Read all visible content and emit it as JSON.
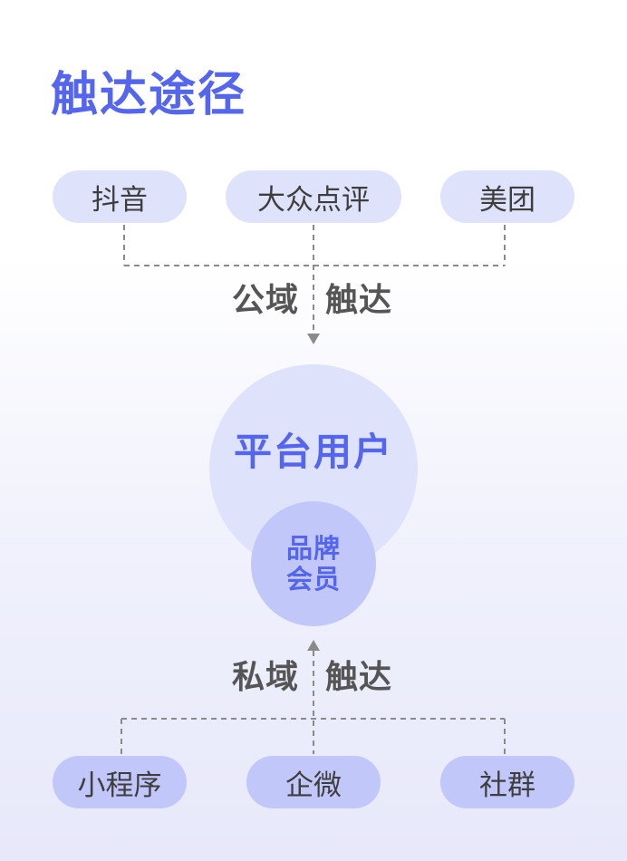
{
  "title": "触达途径",
  "public_channels": [
    "抖音",
    "大众点评",
    "美团"
  ],
  "public_label": {
    "left": "公域",
    "right": "触达"
  },
  "center": {
    "platform": "平台用户",
    "member_line1": "品牌",
    "member_line2": "会员"
  },
  "private_label": {
    "left": "私域",
    "right": "触达"
  },
  "private_channels": [
    "小程序",
    "企微",
    "社群"
  ],
  "colors": {
    "accent": "#5566ee",
    "pill_light": "#dfe2fb",
    "pill_dark": "#c2c7fa",
    "connector": "#8a8a8a",
    "label_text": "#555555"
  }
}
